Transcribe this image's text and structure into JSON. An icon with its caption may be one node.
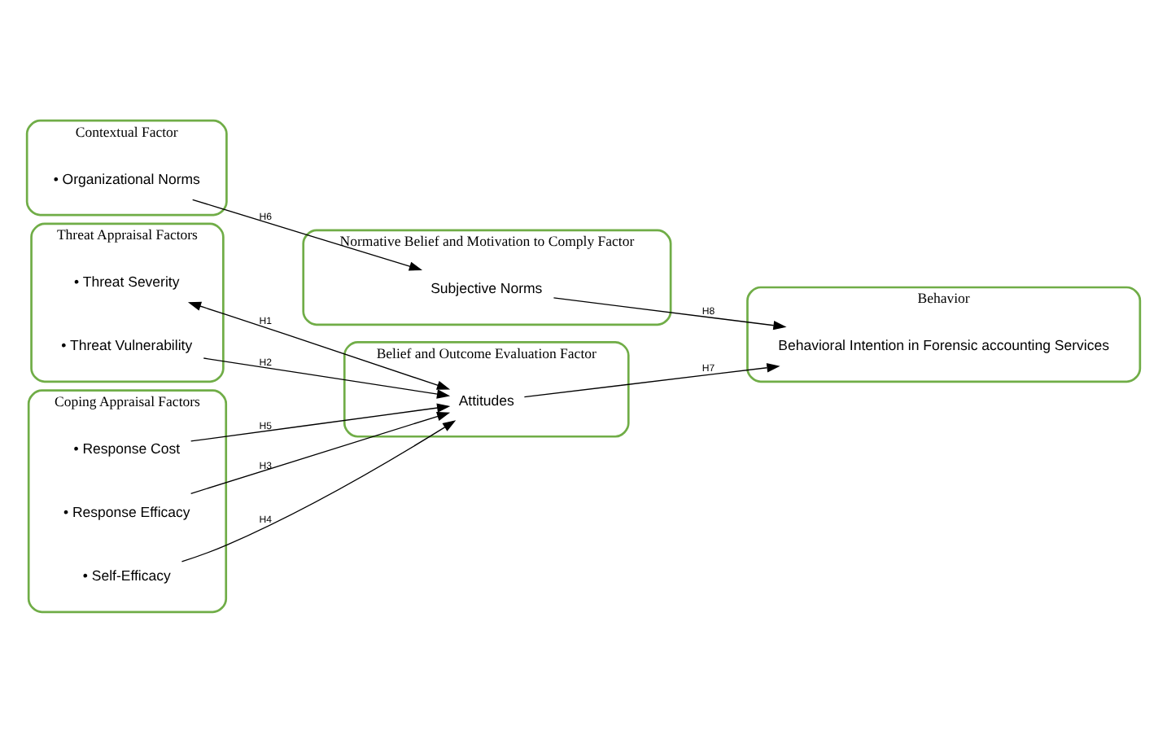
{
  "diagram": {
    "nodes": [
      {
        "text": [
          "Threat Appraisal Factors"
        ]
      },
      {
        "text": [
          "• Threat Severity"
        ],
        "in": 0
      },
      {
        "text": [
          "• Threat Vulnerability"
        ],
        "in": 0
      },
      {
        "text": [
          "Belief and Outcome Evaluation Factor"
        ]
      },
      {
        "text": [
          "Attitudes"
        ],
        "in": 3
      },
      {
        "text": [
          "Coping Appraisal Factors"
        ]
      },
      {
        "text": [
          "• Response Efficacy"
        ],
        "in": 5
      },
      {
        "text": [
          "• Self-Efficacy"
        ],
        "in": 5
      },
      {
        "text": [
          "• Response Cost"
        ],
        "in": 5
      },
      {
        "text": [
          "Behavior"
        ]
      },
      {
        "text": [
          "Behavioral Intention in Forensic accounting Services"
        ],
        "in": 9
      },
      {
        "text": [
          "Contextual Factor"
        ]
      },
      {
        "text": [
          "• Organizational Norms"
        ],
        "in": 11
      },
      {
        "text": [
          "Normative Belief and Motivation to Comply Factor"
        ]
      },
      {
        "text": [
          "Subjective Norms"
        ],
        "in": 13
      }
    ],
    "edges": [
      {
        "from": 1,
        "to": 4,
        "arrow": "both",
        "label": "H1"
      },
      {
        "from": 2,
        "to": 4,
        "arrow": "to",
        "label": "H2"
      },
      {
        "from": 6,
        "to": 4,
        "arrow": "to",
        "label": "H3"
      },
      {
        "from": 7,
        "to": 4,
        "arrow": "to",
        "label": "H4"
      },
      {
        "from": 8,
        "to": 4,
        "arrow": "to",
        "label": "H5"
      },
      {
        "from": 12,
        "to": 14,
        "arrow": "to",
        "label": "H6"
      },
      {
        "from": 4,
        "to": 10,
        "arrow": "to",
        "label": "H7"
      },
      {
        "from": 14,
        "to": 10,
        "arrow": "to",
        "label": "H8"
      }
    ]
  }
}
